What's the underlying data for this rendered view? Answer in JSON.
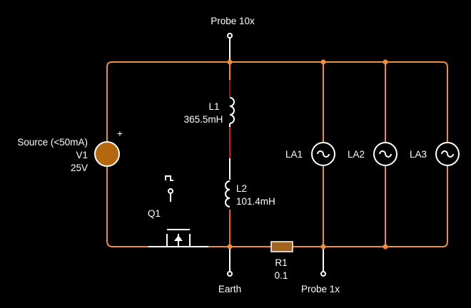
{
  "colors": {
    "background": "#000000",
    "wire": "#f08c3c",
    "label": "#ffffff",
    "source_fill": "#b3680f",
    "resistor_fill": "#a0641e"
  },
  "components": {
    "source": {
      "name": "Source (<50mA)",
      "ref": "V1",
      "value": "25V",
      "polarity": "+"
    },
    "l1": {
      "ref": "L1",
      "value": "365.5mH"
    },
    "l2": {
      "ref": "L2",
      "value": "101.4mH"
    },
    "q1": {
      "ref": "Q1"
    },
    "r1": {
      "ref": "R1",
      "value": "0.1"
    },
    "lamps": [
      {
        "ref": "LA1"
      },
      {
        "ref": "LA2"
      },
      {
        "ref": "LA3"
      }
    ]
  },
  "probes": {
    "top": "Probe 10x",
    "bottom_left": "Earth",
    "bottom_right": "Probe 1x"
  },
  "icons": {
    "source": "voltage-source-icon",
    "inductor": "inductor-coil-icon",
    "lamp": "lamp-icon",
    "transistor": "mosfet-icon",
    "pulse": "square-pulse-icon",
    "resistor": "resistor-icon"
  }
}
